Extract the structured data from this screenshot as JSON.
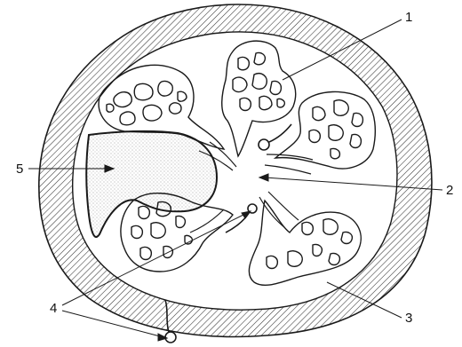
{
  "figure": {
    "callouts": {
      "label_1": "1",
      "label_2": "2",
      "label_3": "3",
      "label_4": "4",
      "label_5": "5"
    },
    "colors": {
      "ink": "#1a1a1a",
      "hatch": "#333333",
      "stipple": "#8a8a8a",
      "paper": "#ffffff"
    }
  }
}
